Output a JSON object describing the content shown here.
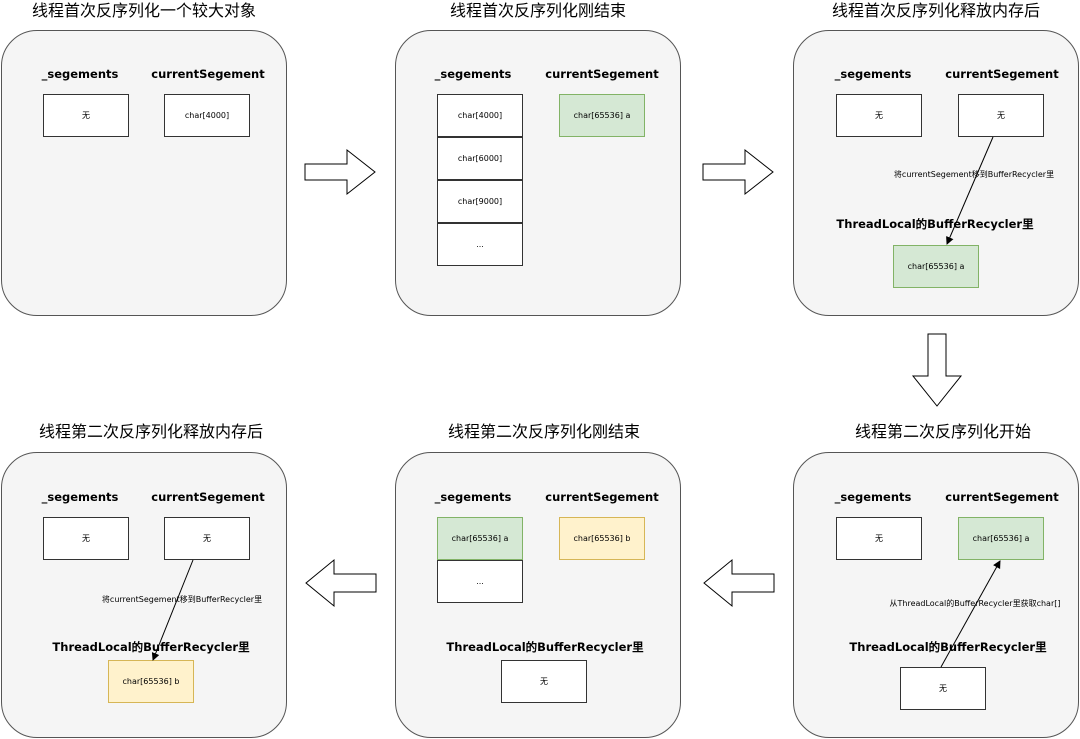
{
  "labels": {
    "segments": "_segements",
    "current": "currentSegement",
    "none": "无",
    "char4000": "char[4000]",
    "char6000": "char[6000]",
    "char9000": "char[9000]",
    "ellipsis": "...",
    "char65536a": "char[65536] a",
    "char65536b": "char[65536] b",
    "threadlocal": "ThreadLocal的BufferRecycler里",
    "move_note": "将currentSegement移到BufferRecycler里",
    "get_note": "从ThreadLocal的BufferRecycler里获取char[]"
  },
  "panels": [
    {
      "title": "线程首次反序列化一个较大对象"
    },
    {
      "title": "线程首次反序列化刚结束"
    },
    {
      "title": "线程首次反序列化释放内存后"
    },
    {
      "title": "线程第二次反序列化开始"
    },
    {
      "title": "线程第二次反序列化刚结束"
    },
    {
      "title": "线程第二次反序列化释放内存后"
    }
  ],
  "colors": {
    "green_fill": "#d5e8d4",
    "green_border": "#82b366",
    "yellow_fill": "#fff2cc",
    "yellow_border": "#d6b656",
    "panel_fill": "#f5f5f5"
  }
}
